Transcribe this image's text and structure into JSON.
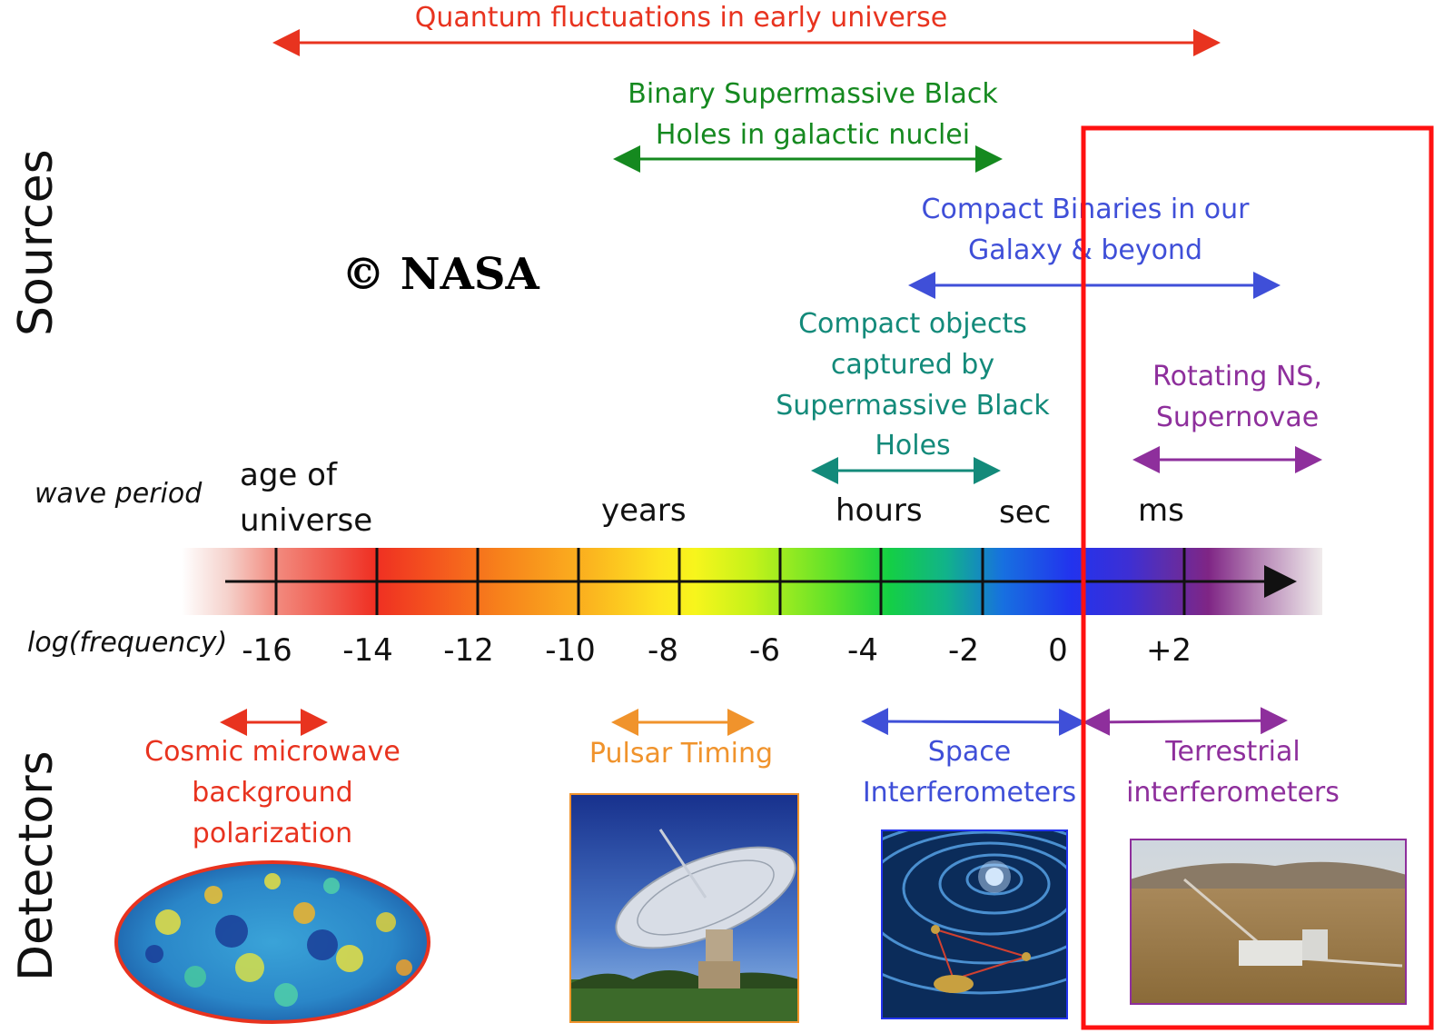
{
  "colors": {
    "red": "#e8331f",
    "green": "#15891f",
    "blue": "#3f4fd8",
    "teal": "#138a7a",
    "purple": "#8e2f9c",
    "orange": "#f0932c",
    "black": "#111111",
    "highlight": "#ff1111"
  },
  "axis_titles": {
    "sources": "Sources",
    "detectors": "Detectors",
    "wave_period": "wave period",
    "log_frequency": "log(frequency)"
  },
  "copyright": "© NASA",
  "sources": {
    "quantum": "Quantum fluctuations in early universe",
    "binary_smbh": [
      "Binary Supermassive Black",
      "Holes in galactic nuclei"
    ],
    "compact_binaries": [
      "Compact Binaries in our",
      "Galaxy & beyond"
    ],
    "compact_objects": [
      "Compact objects",
      "captured by",
      "Supermassive Black",
      "Holes"
    ],
    "rotating_ns": [
      "Rotating NS,",
      "Supernovae"
    ]
  },
  "period_labels": {
    "age_of_universe": [
      "age of",
      "universe"
    ],
    "years": "years",
    "hours": "hours",
    "sec": "sec",
    "ms": "ms"
  },
  "frequency_ticks": [
    "-16",
    "-14",
    "-12",
    "-10",
    "-8",
    "-6",
    "-4",
    "-2",
    "0",
    "+2"
  ],
  "detectors": {
    "cmb": [
      "Cosmic microwave",
      "background",
      "polarization"
    ],
    "pulsar": "Pulsar Timing",
    "space": [
      "Space",
      "Interferometers"
    ],
    "terrestrial": [
      "Terrestrial",
      "interferometers"
    ]
  }
}
